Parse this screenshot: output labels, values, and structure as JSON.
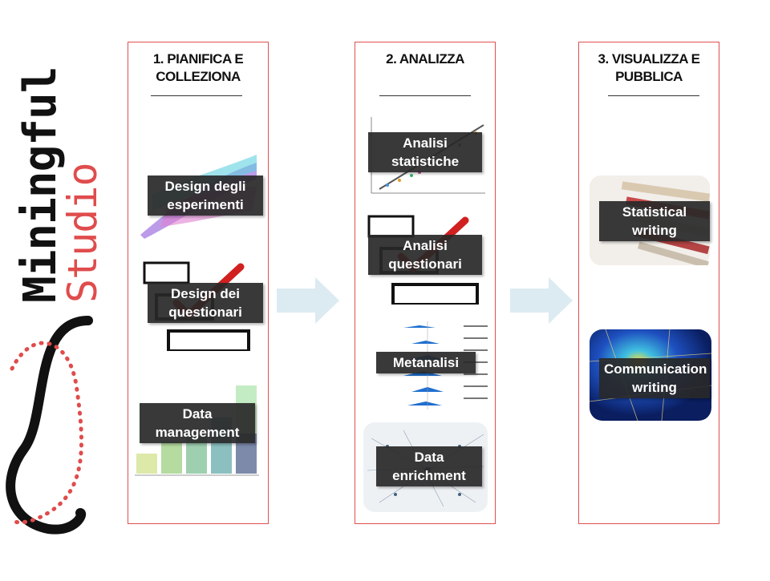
{
  "brand": {
    "line1": "Miningful",
    "line2": "Studio"
  },
  "columns": [
    {
      "title": "1. PIANIFICA E COLLEZIONA",
      "items": [
        {
          "label": "Design degli esperimenti",
          "icon": "surface-plot-icon"
        },
        {
          "label": "Design dei questionari",
          "icon": "checkbox-icon"
        },
        {
          "label": "Data management",
          "icon": "bar-chart-icon"
        }
      ]
    },
    {
      "title": "2. ANALIZZA",
      "items": [
        {
          "label": "Analisi statistiche",
          "icon": "scatter-plot-icon"
        },
        {
          "label": "Analisi questionari",
          "icon": "checkbox-icon"
        },
        {
          "label": "Metanalisi",
          "icon": "forest-plot-icon"
        },
        {
          "label": "Data enrichment",
          "icon": "network-graph-icon"
        }
      ]
    },
    {
      "title": "3. VISUALIZZA E PUBBLICA",
      "items": [
        {
          "label": "Statistical writing",
          "icon": "newspapers-icon"
        },
        {
          "label": "Communication writing",
          "icon": "heatmap-map-icon"
        }
      ]
    }
  ],
  "colors": {
    "border": "#e05050",
    "arrow": "#dcebf2",
    "brand_dark": "#111111",
    "brand_red": "#e04c4c"
  }
}
